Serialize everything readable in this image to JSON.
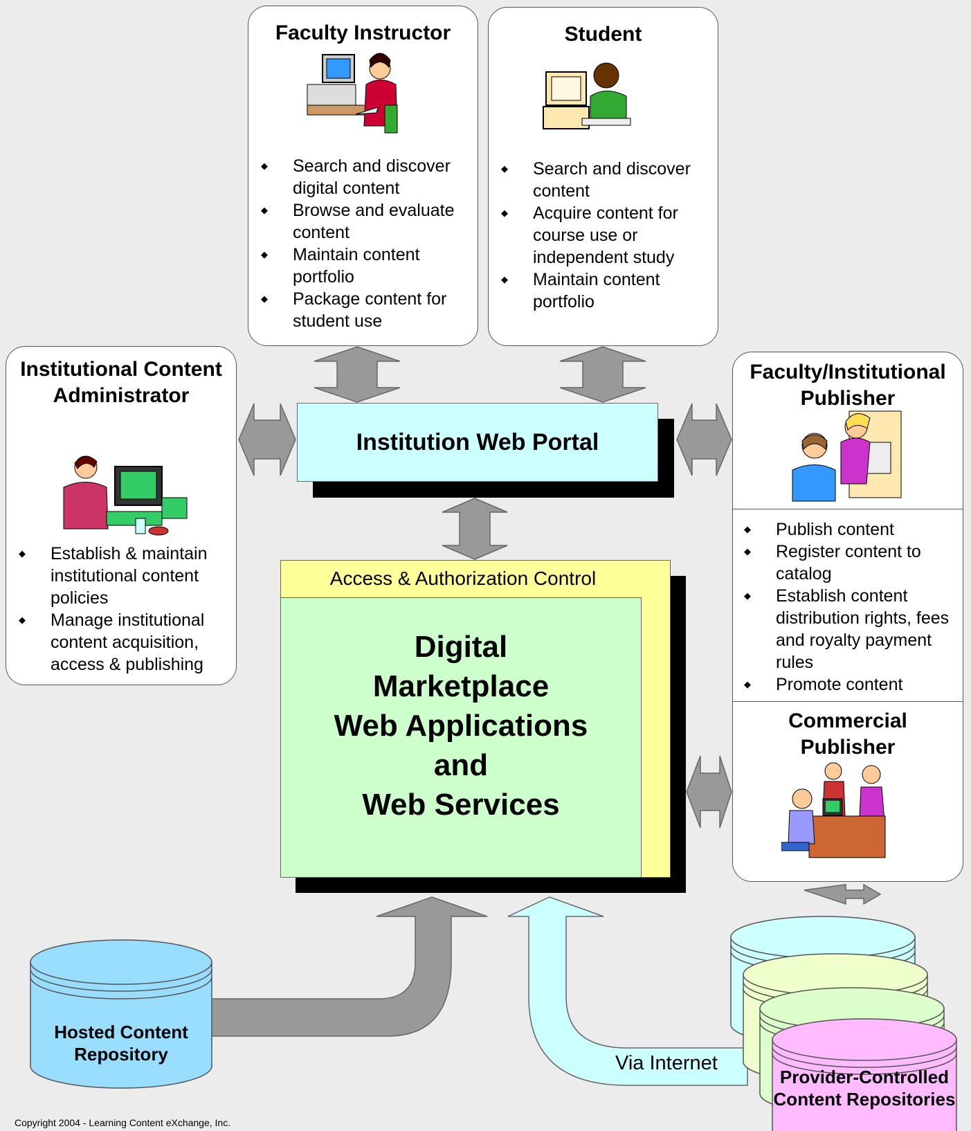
{
  "faculty": {
    "title": "Faculty Instructor",
    "items": [
      "Search and discover digital content",
      "Browse and evaluate content",
      "Maintain content portfolio",
      "Package content for student use"
    ]
  },
  "student": {
    "title": "Student",
    "items": [
      "Search and discover content",
      "Acquire content for course use or independent study",
      "Maintain content portfolio"
    ]
  },
  "admin": {
    "title": "Institutional Content Administrator",
    "items": [
      "Establish & maintain institutional content policies",
      "Manage institutional content acquisition, access & publishing"
    ]
  },
  "fac_publisher": {
    "title": "Faculty/Institutional Publisher",
    "items": [
      "Publish content",
      "Register content to catalog",
      "Establish content distribution rights, fees and royalty payment rules",
      "Promote content"
    ]
  },
  "com_publisher": {
    "title": "Commercial Publisher"
  },
  "portal": {
    "label": "Institution Web Portal"
  },
  "access": {
    "label": "Access & Authorization Control"
  },
  "marketplace": {
    "lines": [
      "Digital",
      "Marketplace",
      "Web Applications",
      "and",
      "Web Services"
    ]
  },
  "hosted": {
    "label": "Hosted Content Repository"
  },
  "provider": {
    "label": "Provider-Controlled Content Repositories"
  },
  "via_internet": "Via Internet",
  "copyright": "Copyright 2004 - Learning Content eXchange, Inc.",
  "colors": {
    "portal": "#ccffff",
    "access": "#ffff99",
    "market": "#ccffcc",
    "arrow": "#999999",
    "hosted": "#99ddff",
    "cyan": "#ccffff",
    "green": "#ddffcc",
    "pink": "#ffbbff"
  }
}
